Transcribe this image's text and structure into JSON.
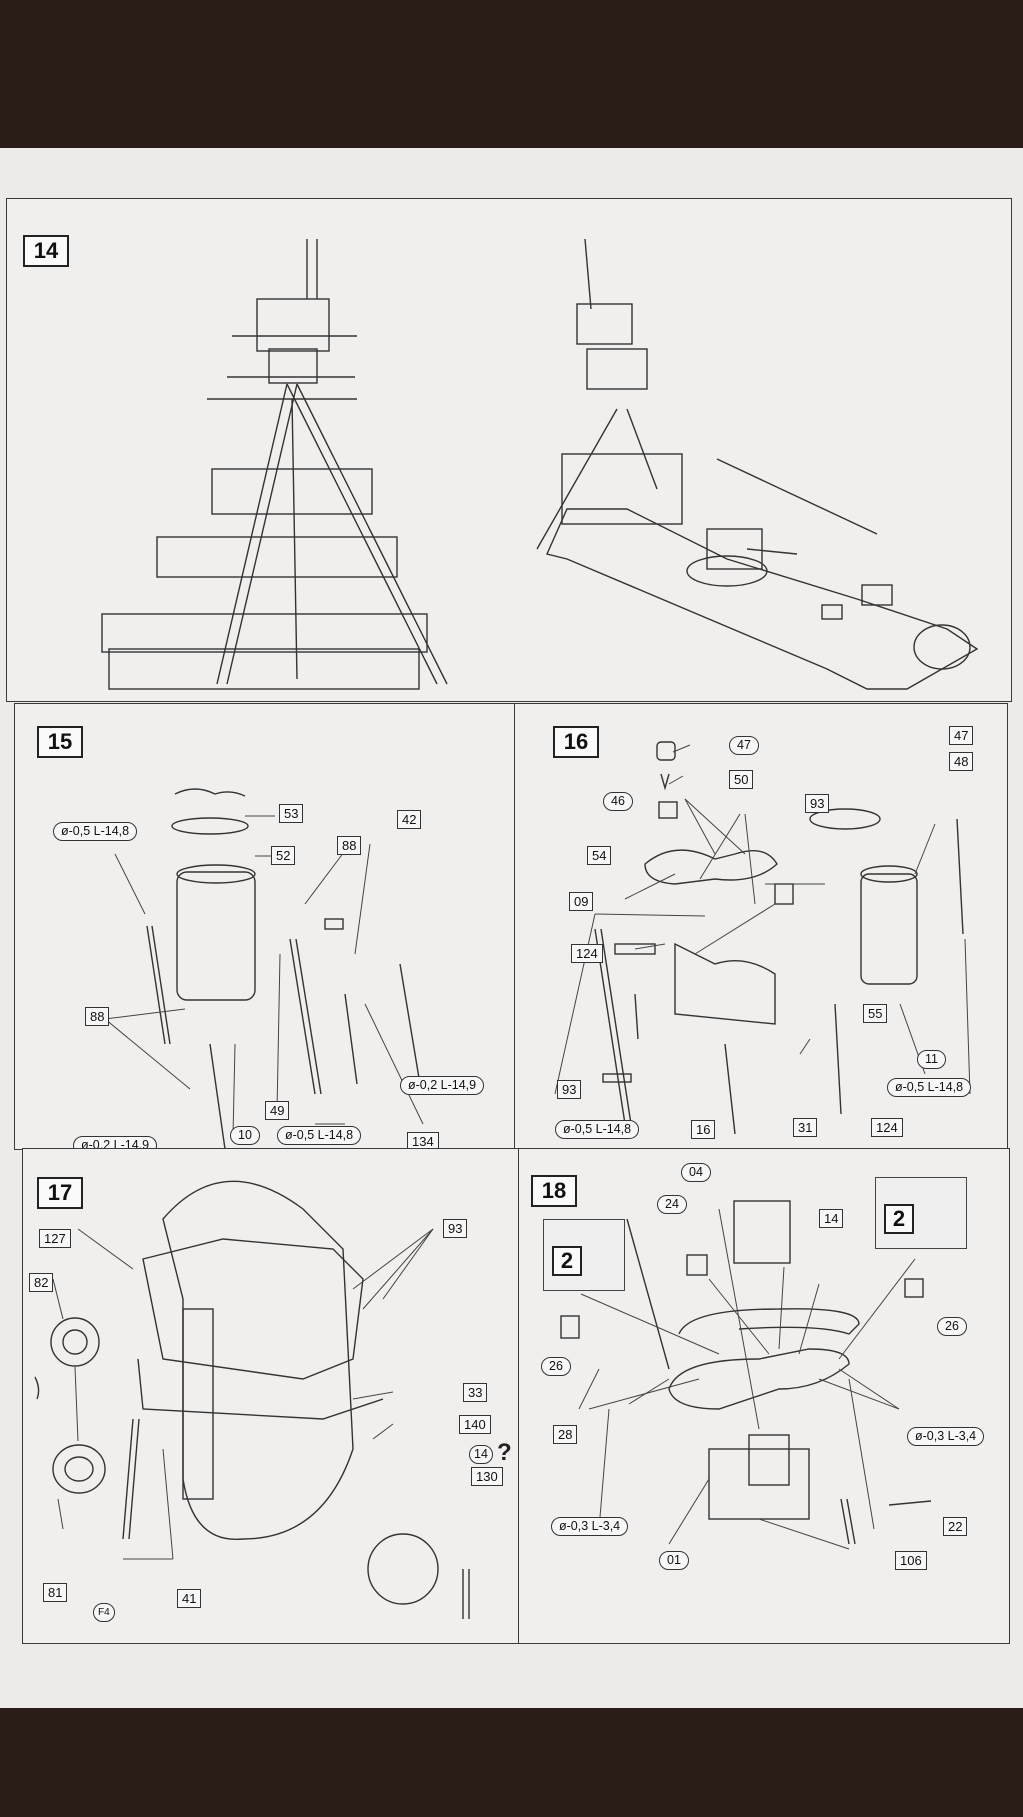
{
  "steps": {
    "s14": "14",
    "s15": "15",
    "s16": "16",
    "s17": "17",
    "s18": "18"
  },
  "step15": {
    "p53": "53",
    "p52": "52",
    "p88a": "88",
    "p42": "42",
    "d1": "ø-0,5 L-14,8",
    "p88b": "88",
    "p10": "10",
    "p49": "49",
    "d2": "ø-0,2 L-14,9",
    "d3": "ø-0,2 L-14,9",
    "d4": "ø-0,5 L-14,8",
    "p134": "134"
  },
  "step16": {
    "p47a": "47",
    "p50": "50",
    "p46": "46",
    "p93a": "93",
    "p47b": "47",
    "p48": "48",
    "p54": "54",
    "p09": "09",
    "p124a": "124",
    "p55": "55",
    "p11": "11",
    "d1": "ø-0,5 L-14,8",
    "p93b": "93",
    "d2": "ø-0,5 L-14,8",
    "p16": "16",
    "p31": "31",
    "p124b": "124"
  },
  "step17": {
    "p127": "127",
    "p82": "82",
    "p93": "93",
    "p33": "33",
    "p140": "140",
    "p14": "14",
    "q": "?",
    "p130": "130",
    "p81": "81",
    "pf4": "F4",
    "p41": "41"
  },
  "step18": {
    "p04": "04",
    "p24": "24",
    "p14": "14",
    "inset_a": "2",
    "inset_b": "2",
    "p26a": "26",
    "p26b": "26",
    "p28": "28",
    "d1": "ø-0,3 L-3,4",
    "d2": "ø-0,3 L-3,4",
    "p22": "22",
    "p01": "01",
    "p106": "106"
  }
}
